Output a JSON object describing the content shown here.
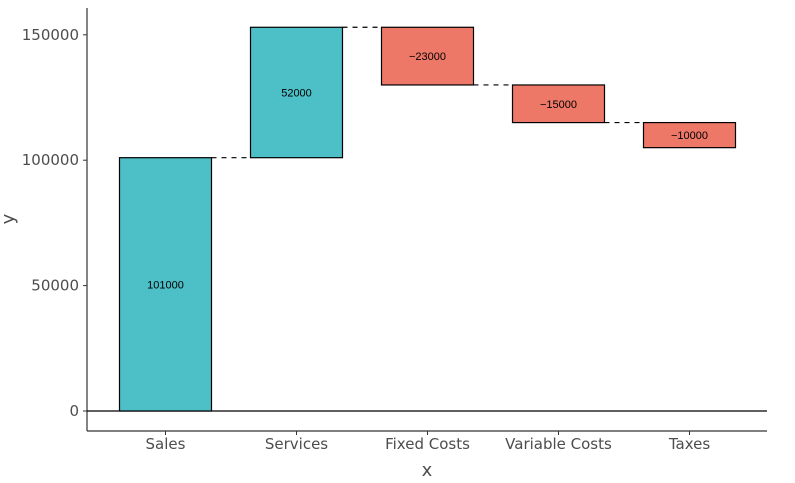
{
  "chart_data": {
    "type": "waterfall",
    "title": "",
    "xlabel": "x",
    "ylabel": "y",
    "ylim": [
      0,
      160000
    ],
    "yticks": [
      0,
      50000,
      100000,
      150000
    ],
    "ytick_labels": [
      "0",
      "50000",
      "100000",
      "150000"
    ],
    "categories": [
      "Sales",
      "Services",
      "Fixed Costs",
      "Variable Costs",
      "Taxes"
    ],
    "values": [
      101000,
      52000,
      -23000,
      -15000,
      -10000
    ],
    "labels": [
      "101000",
      "52000",
      "−23000",
      "−15000",
      "−10000"
    ],
    "colors": {
      "positive": "#4DBFC7",
      "negative": "#EE7868"
    },
    "grid": false,
    "legend": "none"
  }
}
